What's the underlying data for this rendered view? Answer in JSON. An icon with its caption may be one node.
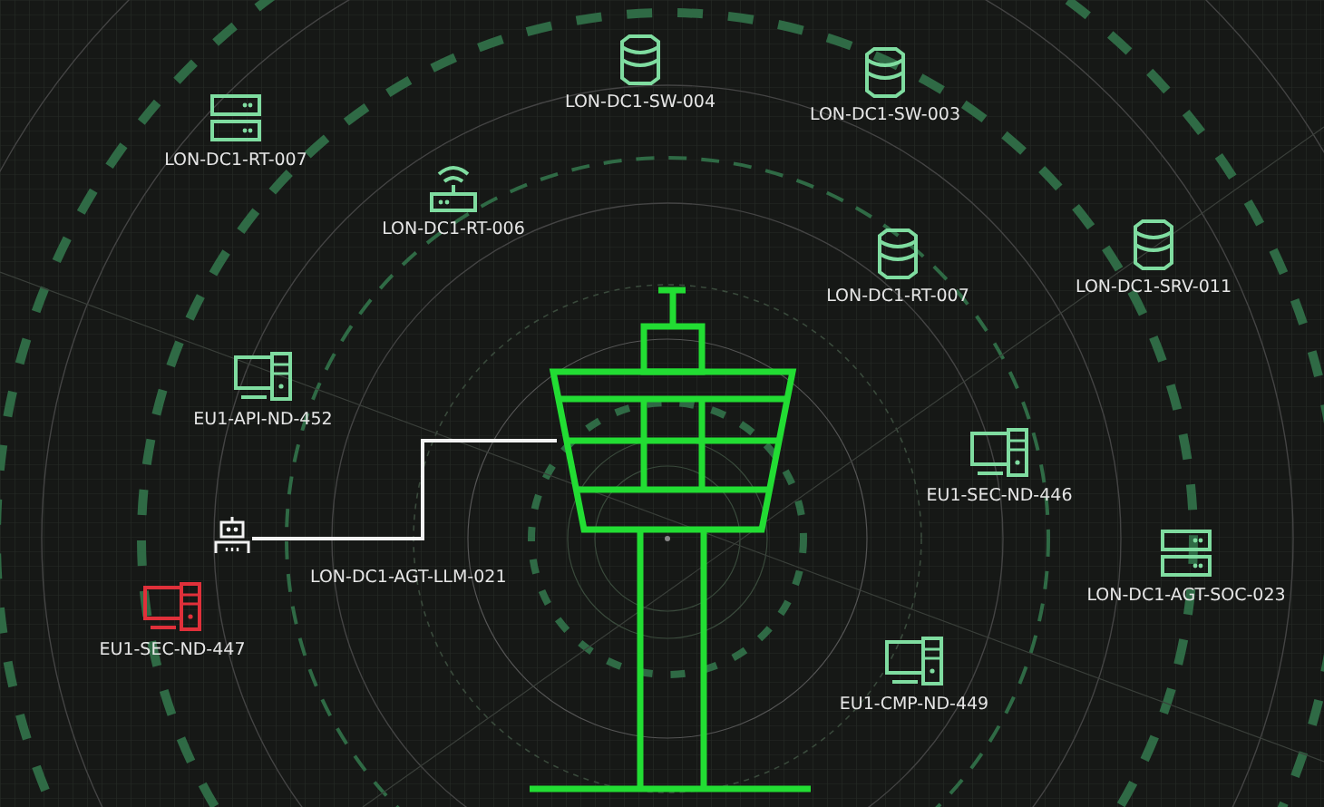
{
  "diagram": {
    "nodes": [
      {
        "text": [
          "LON-DC1-RT-007"
        ]
      },
      {
        "text": [
          "LON-DC1-SW-004"
        ]
      },
      {
        "text": [
          "LON-DC1-SW-003"
        ]
      },
      {
        "text": [
          "LON-DC1-RT-006"
        ]
      },
      {
        "text": [
          "LON-DC1-RT-007"
        ]
      },
      {
        "text": [
          "LON-DC1-SRV-011"
        ]
      },
      {
        "text": [
          "EU1-API-ND-452"
        ]
      },
      {
        "text": [
          "EU1-SEC-ND-446"
        ]
      },
      {
        "text": [],
        "shape": "picture"
      },
      {
        "text": [
          "EU1-SEC-ND-447"
        ]
      },
      {
        "text": [
          "LON-DC1-AGT-SOC-023"
        ]
      },
      {
        "text": [
          "EU1-CMP-ND-449"
        ]
      },
      {
        "text": [],
        "shape": "picture"
      }
    ],
    "edges": [
      {
        "from": 8,
        "to": 12,
        "arrow": "none"
      }
    ],
    "labels": [
      "LON-DC1-AGT-LLM-021"
    ]
  }
}
